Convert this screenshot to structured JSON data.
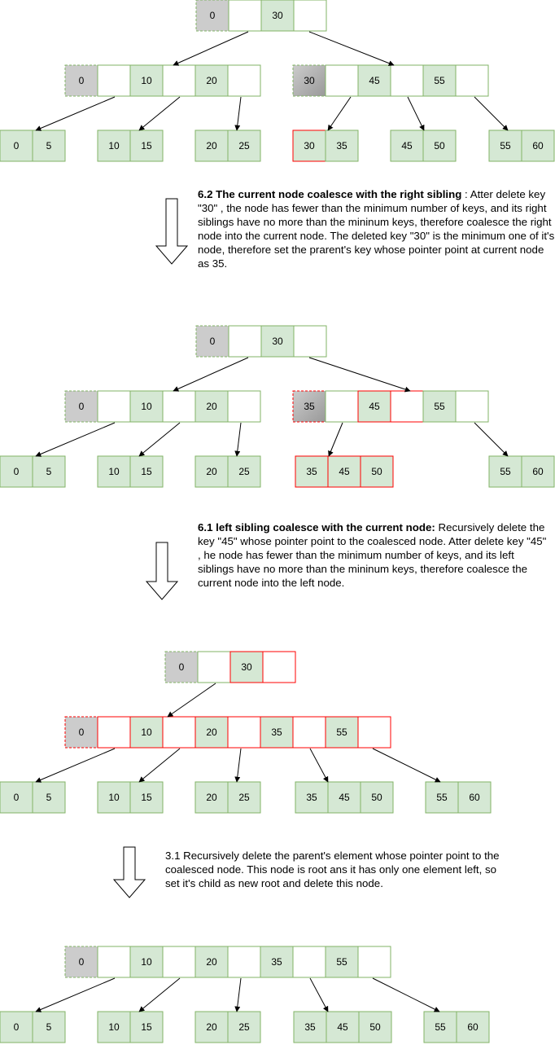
{
  "colors": {
    "key_fill": "#d5e8d4",
    "key_stroke": "#82b366",
    "highlight_stroke": "#ff0000",
    "sentinel_fill": "#cccccc",
    "sentinel_gradient_to": "#999999",
    "arrow": "#000000"
  },
  "stages": [
    {
      "name": "initial-tree",
      "root": [
        "0",
        "",
        "30",
        ""
      ],
      "internal": [
        [
          "0",
          "",
          "10",
          "",
          "20",
          ""
        ],
        [
          "30",
          "",
          "45",
          "",
          "55",
          ""
        ]
      ],
      "leaves": [
        [
          "0",
          "5"
        ],
        [
          "10",
          "15"
        ],
        [
          "20",
          "25"
        ],
        [
          "30",
          "35"
        ],
        [
          "45",
          "50"
        ],
        [
          "55",
          "60"
        ]
      ],
      "highlighted": [
        "leaf 30"
      ]
    },
    {
      "name": "after-right-sibling-coalesce",
      "root": [
        "0",
        "",
        "30",
        ""
      ],
      "internal": [
        [
          "0",
          "",
          "10",
          "",
          "20",
          ""
        ],
        [
          "35",
          "",
          "45",
          "",
          "55",
          ""
        ]
      ],
      "leaves": [
        [
          "0",
          "5"
        ],
        [
          "10",
          "15"
        ],
        [
          "20",
          "25"
        ],
        [
          "35",
          "45",
          "50"
        ],
        [
          "55",
          "60"
        ]
      ],
      "highlighted": [
        "internal 35",
        "internal 45 pair",
        "leaf 35 45 50"
      ]
    },
    {
      "name": "after-left-sibling-coalesce",
      "root": [
        "0",
        "",
        "30",
        ""
      ],
      "internal": [
        [
          "0",
          "",
          "10",
          "",
          "20",
          "",
          "35",
          "",
          "55",
          ""
        ]
      ],
      "leaves": [
        [
          "0",
          "5"
        ],
        [
          "10",
          "15"
        ],
        [
          "20",
          "25"
        ],
        [
          "35",
          "45",
          "50"
        ],
        [
          "55",
          "60"
        ]
      ],
      "highlighted": [
        "root 30 pair",
        "merged internal node"
      ]
    },
    {
      "name": "final-tree",
      "internal": [
        [
          "0",
          "",
          "10",
          "",
          "20",
          "",
          "35",
          "",
          "55",
          ""
        ]
      ],
      "leaves": [
        [
          "0",
          "5"
        ],
        [
          "10",
          "15"
        ],
        [
          "20",
          "25"
        ],
        [
          "35",
          "45",
          "50"
        ],
        [
          "55",
          "60"
        ]
      ]
    }
  ],
  "descriptions": [
    {
      "title": "6.2 The current node coalesce with the right sibling",
      "body": " : Atter delete key \"30\" , the node has fewer than the minimum number of keys, and its right siblings have no more than the mininum keys, therefore coalesce the right node into the current node. The deleted key \"30\" is the minimum one of it's node, therefore set the prarent's key whose pointer point at current node as 35."
    },
    {
      "title": "6.1 left sibling coalesce with the current node:",
      "body": " Recursively delete the  key \"45\" whose pointer point to the coalesced node. Atter delete key \"45\" , he node has fewer than the minimum number of keys, and its left siblings have no more than the mininum keys, therefore coalesce the current node into the left node."
    },
    {
      "title": "",
      "body": "3.1 Recursively delete the parent's element whose pointer point to the coalesced node.  This node is root ans it has only one element left, so set it's child as new root and delete this node."
    }
  ]
}
